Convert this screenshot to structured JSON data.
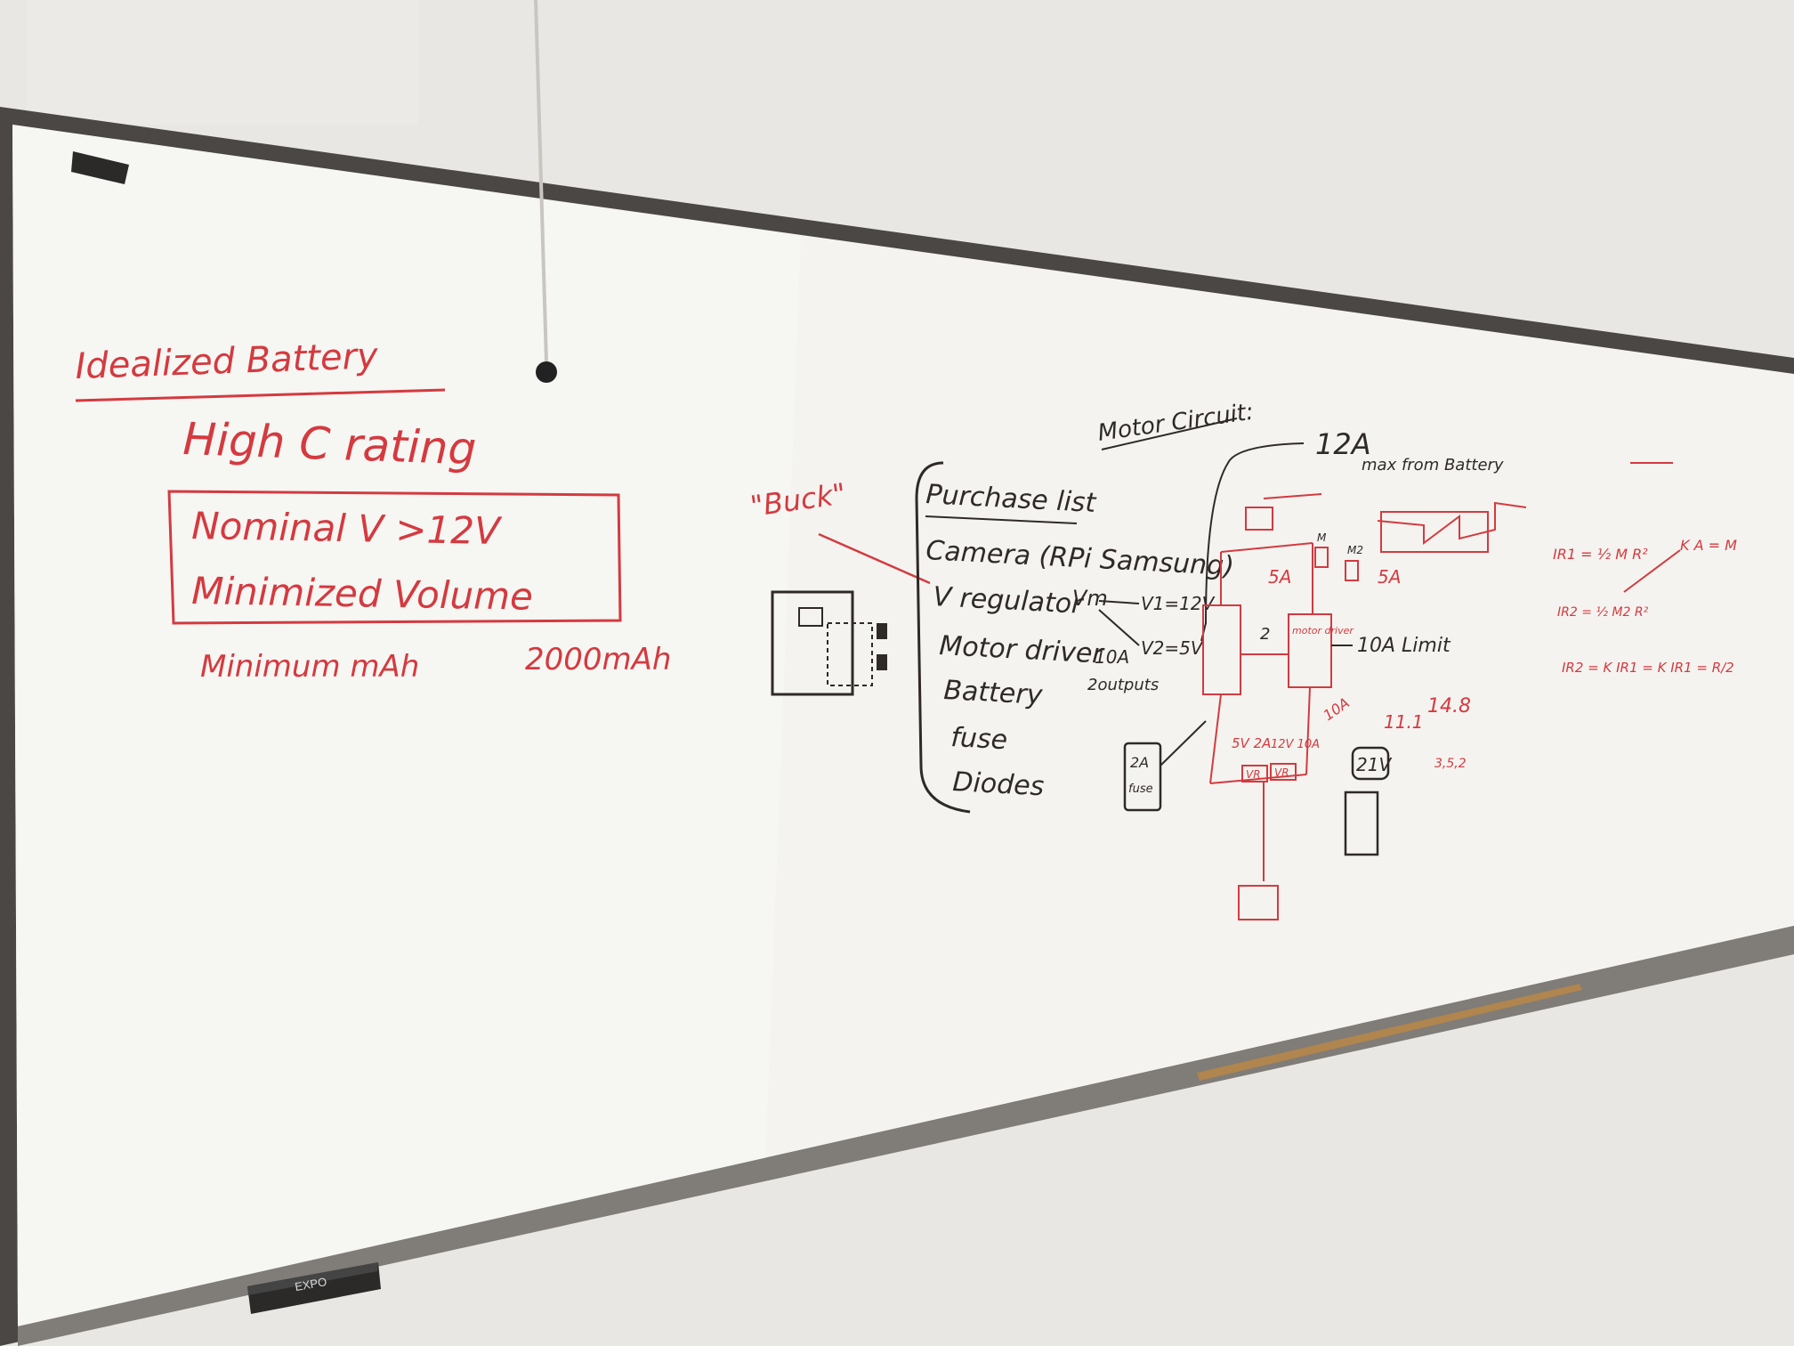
{
  "colors": {
    "wall": "#e9e7e3",
    "board": "#f4f3f0",
    "frame": "#4a4744",
    "red_marker": "#d43a3f",
    "black_marker": "#2f2a28",
    "tray_wood": "#b0854e"
  },
  "left_notes": {
    "title": "Idealized Battery",
    "line1": "High C rating",
    "boxed_line1": "Nominal V >12V",
    "boxed_line2": "Minimized Volume",
    "line4_label": "Minimum mAh",
    "line4_value": "2000mAh"
  },
  "buck": {
    "label": "\"Buck\""
  },
  "purchase_list": {
    "title": "Purchase list",
    "items": [
      "Camera (RPi Samsung)",
      "V regulator",
      "Motor driver",
      "Battery",
      "fuse",
      "Diodes"
    ],
    "vm": "Vm",
    "v1": "V1=12V",
    "v2": "V2=5V",
    "driver_note": "10A",
    "driver_note2": "2outputs"
  },
  "motor_circuit": {
    "title": "Motor Circuit:",
    "max_current": "12A",
    "max_note": "max from Battery",
    "left_current": "5A",
    "right_current": "5A",
    "label_m1": "M",
    "label_m2": "M2",
    "motor_driver": "motor driver",
    "limit": "10A Limit",
    "node2": "2",
    "reg_5v": "5V 2A",
    "reg_12v": "12V 10A",
    "vr": "VR",
    "tenA": "10A",
    "fuse_box": "2A",
    "fuse_box2": "fuse",
    "battery_box": "21V",
    "val_111": "11.1",
    "val_148": "14.8",
    "cells": "3,5,2"
  },
  "right_notes": {
    "eq1": "IR1 = ½ M R²",
    "eq2": "IR2 = ½ M2 R²",
    "eq3": "IR2 = K IR1 = K IR1 = R/2",
    "eq4": "K A = M"
  },
  "eraser_brand": "EXPO"
}
